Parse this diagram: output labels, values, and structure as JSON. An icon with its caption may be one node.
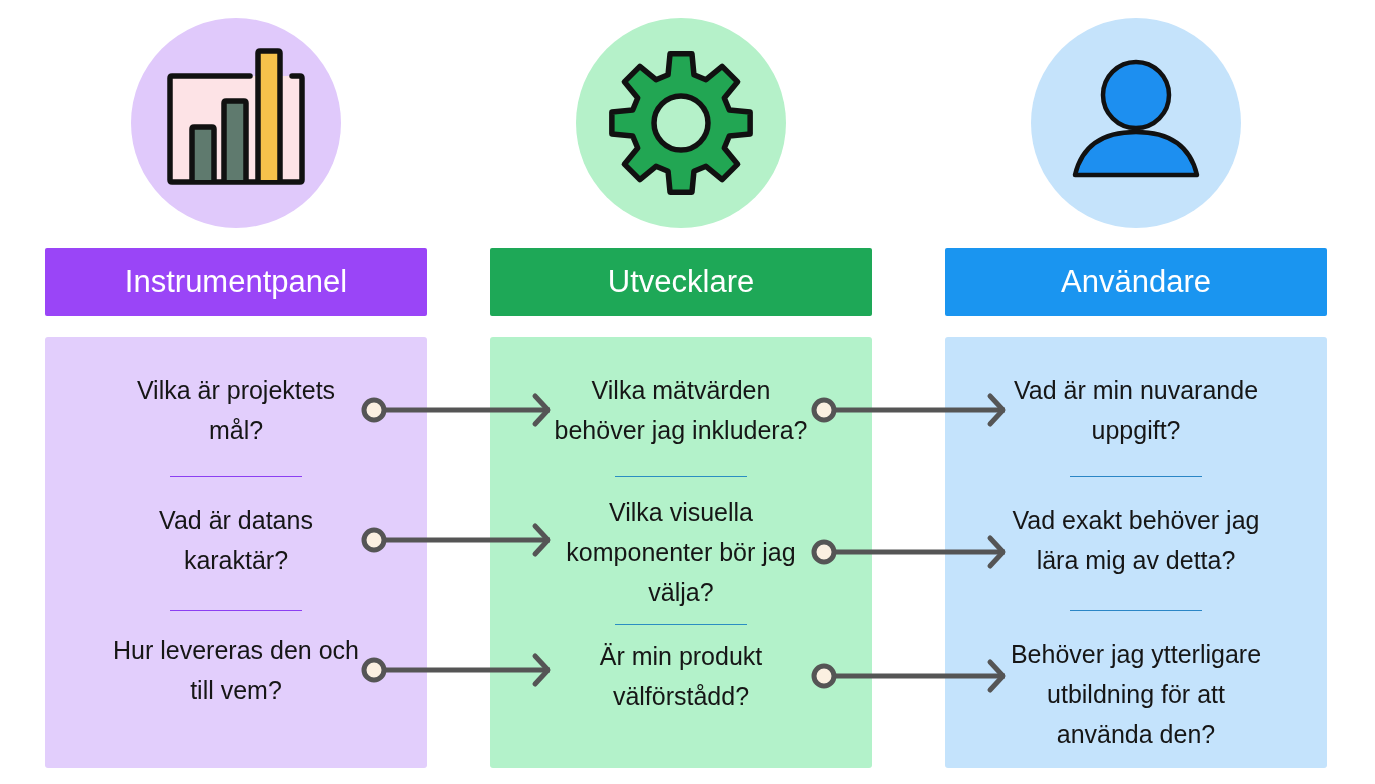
{
  "diagram": {
    "nodes": [
      {
        "text": [
          "Instrumentpanel"
        ]
      },
      {
        "text": [],
        "shape": "box"
      },
      {
        "text": [
          "Vilka är projektets mål?"
        ],
        "in": 1
      },
      {
        "text": [
          "Vad är datans karaktär?"
        ],
        "in": 1
      },
      {
        "text": [
          "Hur levereras den och till vem?"
        ],
        "in": 1
      },
      {
        "text": [
          "Utvecklare"
        ]
      },
      {
        "text": [],
        "shape": "box"
      },
      {
        "text": [
          "Vilka mätvärden behöver jag inkludera?"
        ],
        "in": 6
      },
      {
        "text": [
          "Vilka visuella komponenter bör jag välja?"
        ],
        "in": 6
      },
      {
        "text": [
          "Är min produkt välförstådd?"
        ],
        "in": 6
      },
      {
        "text": [
          "Användare"
        ]
      },
      {
        "text": [],
        "shape": "box"
      },
      {
        "text": [
          "Vad är min nuvarande uppgift?"
        ],
        "in": 11
      },
      {
        "text": [
          "Vad exakt behöver jag lära mig av detta?"
        ],
        "in": 11
      },
      {
        "text": [
          "Behöver jag ytterligare utbildning för att använda den?"
        ],
        "in": 11
      }
    ],
    "edges": [
      {
        "from": 2,
        "to": 7,
        "arrow": "to"
      },
      {
        "from": 3,
        "to": 8,
        "arrow": "to"
      },
      {
        "from": 4,
        "to": 9,
        "arrow": "to"
      },
      {
        "from": 7,
        "to": 12,
        "arrow": "to"
      },
      {
        "from": 8,
        "to": 13,
        "arrow": "to"
      },
      {
        "from": 9,
        "to": 14,
        "arrow": "to"
      }
    ]
  }
}
